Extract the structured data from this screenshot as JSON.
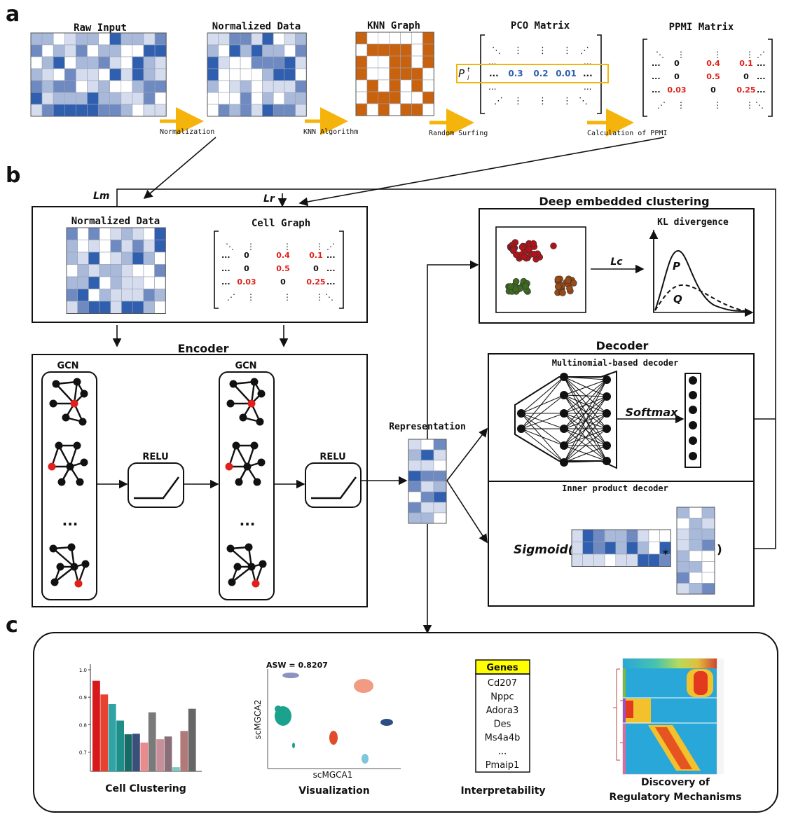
{
  "panels": {
    "a": "a",
    "b": "b",
    "c": "c"
  },
  "panel_a": {
    "raw_input": "Raw Input",
    "normalized_data": "Normalized Data",
    "knn_graph": "KNN Graph",
    "pco_matrix": "PCO Matrix",
    "ppmi_matrix": "PPMI Matrix",
    "step_normalization": "Normalization",
    "step_knn": "KNN Algorithm",
    "step_surfing": "Random Surfing",
    "step_ppmi": "Calculation of PPMI",
    "pco_row_label": "P",
    "pco_row_sup": "t",
    "pco_row_sub": "i",
    "pco_values": [
      "0.3",
      "0.2",
      "0.01"
    ],
    "dots": "...",
    "dots_v": "⋮",
    "dots_d": "⋱",
    "dots_a": "⋰",
    "ppmi_rows": [
      [
        "0",
        "0.4",
        "0.1"
      ],
      [
        "0",
        "0.5",
        "0"
      ],
      [
        "0.03",
        "0",
        "0.25"
      ]
    ],
    "ppmi_colors": [
      [
        "#111",
        "#e0201b",
        "#e0201b"
      ],
      [
        "#111",
        "#e0201b",
        "#111"
      ],
      [
        "#e0201b",
        "#111",
        "#e0201b"
      ]
    ]
  },
  "panel_b": {
    "lm": "Lm",
    "lr": "Lr",
    "normalized_data": "Normalized Data",
    "cell_graph": "Cell Graph",
    "encoder": "Encoder",
    "gcn": "GCN",
    "relu": "RELU",
    "ellipsis": "...",
    "representation": "Representation",
    "dec_clustering": "Deep embedded clustering",
    "kl_divergence": "KL divergence",
    "lc": "Lc",
    "p": "P",
    "q": "Q",
    "decoder": "Decoder",
    "multinomial": "Multinomial-based decoder",
    "softmax": "Softmax",
    "inner_product": "Inner product decoder",
    "sigmoid": "Sigmoid(",
    "times": "*",
    "close_paren": ")"
  },
  "panel_c": {
    "bar_ticks": [
      "1.0",
      "0.9",
      "0.8",
      "0.7"
    ],
    "bar_values": [
      0.96,
      0.91,
      0.875,
      0.815,
      0.765,
      0.767,
      0.735,
      0.845,
      0.747,
      0.757,
      0.645,
      0.777,
      0.858
    ],
    "bar_colors": [
      "#d7191c",
      "#e8412f",
      "#2fa3a6",
      "#1d8f88",
      "#176a66",
      "#3a4f7a",
      "#e88c8e",
      "#7a7a7a",
      "#c78f99",
      "#8a6f79",
      "#7fc7c2",
      "#b07a7a",
      "#666666"
    ],
    "bar_caption": "Cell Clustering",
    "asw": "ASW = 0.8207",
    "umap_x": "scMGCA1",
    "umap_y": "scMGCA2",
    "vis_caption": "Visualization",
    "genes_header": "Genes",
    "genes": [
      "Cd207",
      "Nppc",
      "Adora3",
      "Des",
      "Ms4a4b",
      "...",
      "Pmaip1"
    ],
    "interp_caption": "Interpretability",
    "discovery_caption_1": "Discovery of",
    "discovery_caption_2": "Regulatory Mechanisms"
  }
}
